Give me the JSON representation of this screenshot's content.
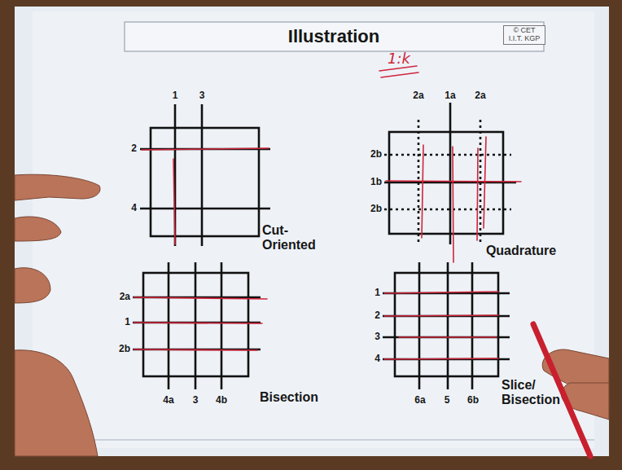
{
  "diagram": {
    "title": "Illustration",
    "labels": [
      "© CET I.I.T. KGP",
      "1:k",
      "1",
      "3",
      "2a",
      "1a",
      "2a",
      "2",
      "2b",
      "1b",
      "2b",
      "4",
      "Cut- Oriented",
      "Quadrature",
      "2a",
      "1",
      "2b",
      "1",
      "2",
      "3",
      "4",
      "4a",
      "3",
      "4b",
      "Bisection",
      "6a",
      "5",
      "6b",
      "Slice/ Bisection"
    ]
  }
}
